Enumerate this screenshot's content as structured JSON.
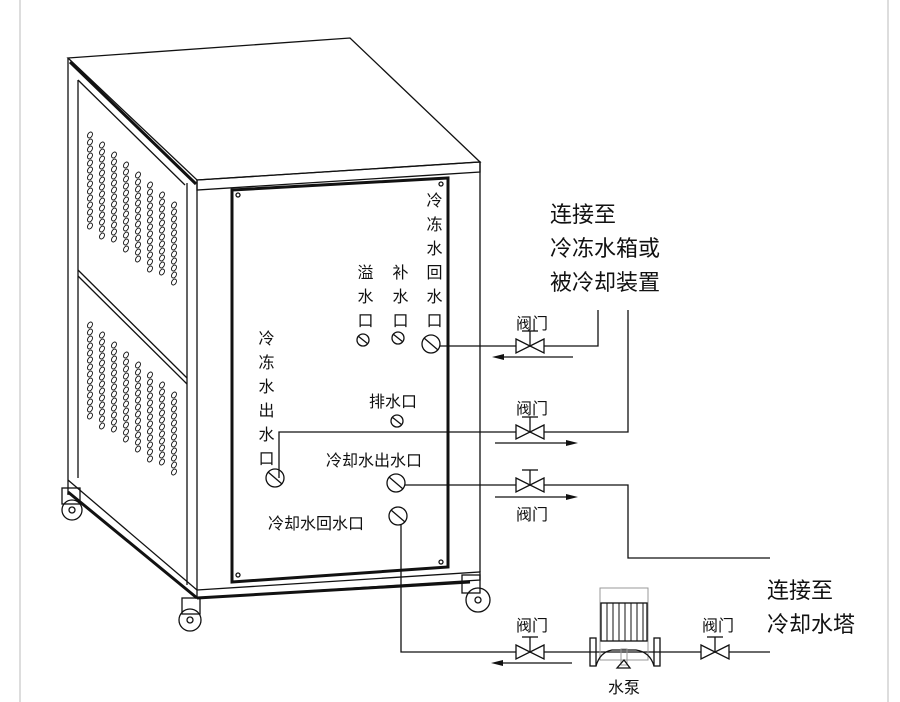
{
  "labels": {
    "chilled_return": "冷冻水回水口",
    "overflow": "溢水口",
    "makeup": "补水口",
    "chilled_supply": "冷冻水出水口",
    "drain": "排水口",
    "cooling_out": "冷却水出水口",
    "cooling_return": "冷却水回水口",
    "valve": "阀门",
    "pump": "水泵"
  },
  "connect_chilled": [
    "连接至",
    "冷冻水箱或",
    "被冷却装置"
  ],
  "connect_tower": [
    "连接至",
    "冷却水塔"
  ],
  "colors": {
    "line": "#111111",
    "background": "#ffffff"
  }
}
